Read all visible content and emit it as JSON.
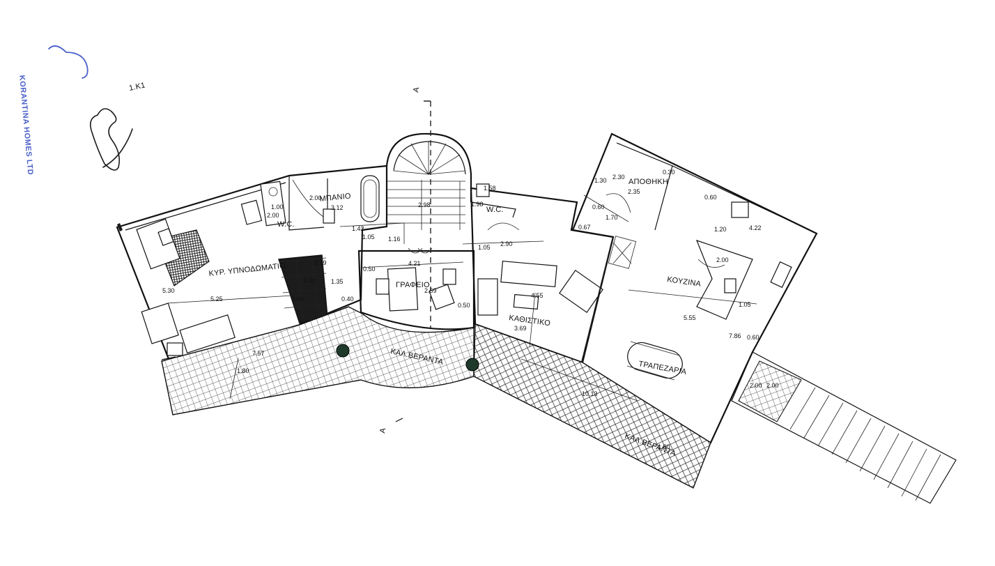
{
  "stamp": {
    "company": "KORANTINA HOMES LTD",
    "color": "#4a5fc8"
  },
  "rooms": {
    "bedroom": "ΚΥΡ. ΥΠΝΟΔΩΜΑΤΙΟ",
    "bathroom": "ΜΠΑΝΙΟ",
    "wc_left": "W.C.",
    "wc_right": "W.C.",
    "office": "ΓΡΑΦΕΙΟ",
    "living": "ΚΑΘΙΣΤΙΚΟ",
    "storage": "ΑΠΟΘΗΚΗ",
    "kitchen": "ΚΟΥΖΙΝΑ",
    "dining": "ΤΡΑΠΕΖΑΡΙΑ",
    "veranda_center": "ΚΑΛ.ΒΕΡΑΝΤΑ",
    "veranda_right": "ΚΑΛ.ΒΕΡΑΝΤΑ"
  },
  "section_marks": {
    "top": "A",
    "bottom": "A"
  },
  "dimensions": {
    "d_5_30": "5.30",
    "d_5_25": "5.25",
    "d_7_57": "7.57",
    "d_1_80a": "1.80",
    "d_1_00": "1.00",
    "d_2_00a": "2.00",
    "d_2_00b": "2.00",
    "d_3_12": "3.12",
    "d_2_59a": "2.59",
    "d_0_40a": "0.40",
    "d_1_35": "1.35",
    "d_0_60a": "0.60",
    "d_0_40b": "0.40",
    "d_1_42": "1.42",
    "d_1_05a": "1.05",
    "d_1_16": "1.16",
    "d_2_98": "2.98",
    "d_4_21": "4.21",
    "d_0_50a": "0.50",
    "d_2_59b": "2.59",
    "d_0_50b": "0.50",
    "d_1_58": "1.58",
    "d_1_98": "1.98",
    "d_1_05b": "1.05",
    "d_2_90": "2.90",
    "d_4_55": "4.55",
    "d_3_69": "3.69",
    "d_1_30": "1.30",
    "d_2_30": "2.30",
    "d_2_35": "2.35",
    "d_0_30": "0.30",
    "d_0_60b": "0.60",
    "d_1_70": "1.70",
    "d_0_67": "0.67",
    "d_0_60c": "0.60",
    "d_1_20": "1.20",
    "d_4_22": "4.22",
    "d_2_00c": "2.00",
    "d_1_05c": "1.05",
    "d_5_55": "5.55",
    "d_7_86": "7.86",
    "d_0_60d": "0.60",
    "d_10_13": "10.13",
    "d_1_80b": "1.80",
    "d_2_00d": "2.00",
    "d_2_00e": "2.00"
  },
  "annotations": {
    "note_top": "1.K1"
  }
}
